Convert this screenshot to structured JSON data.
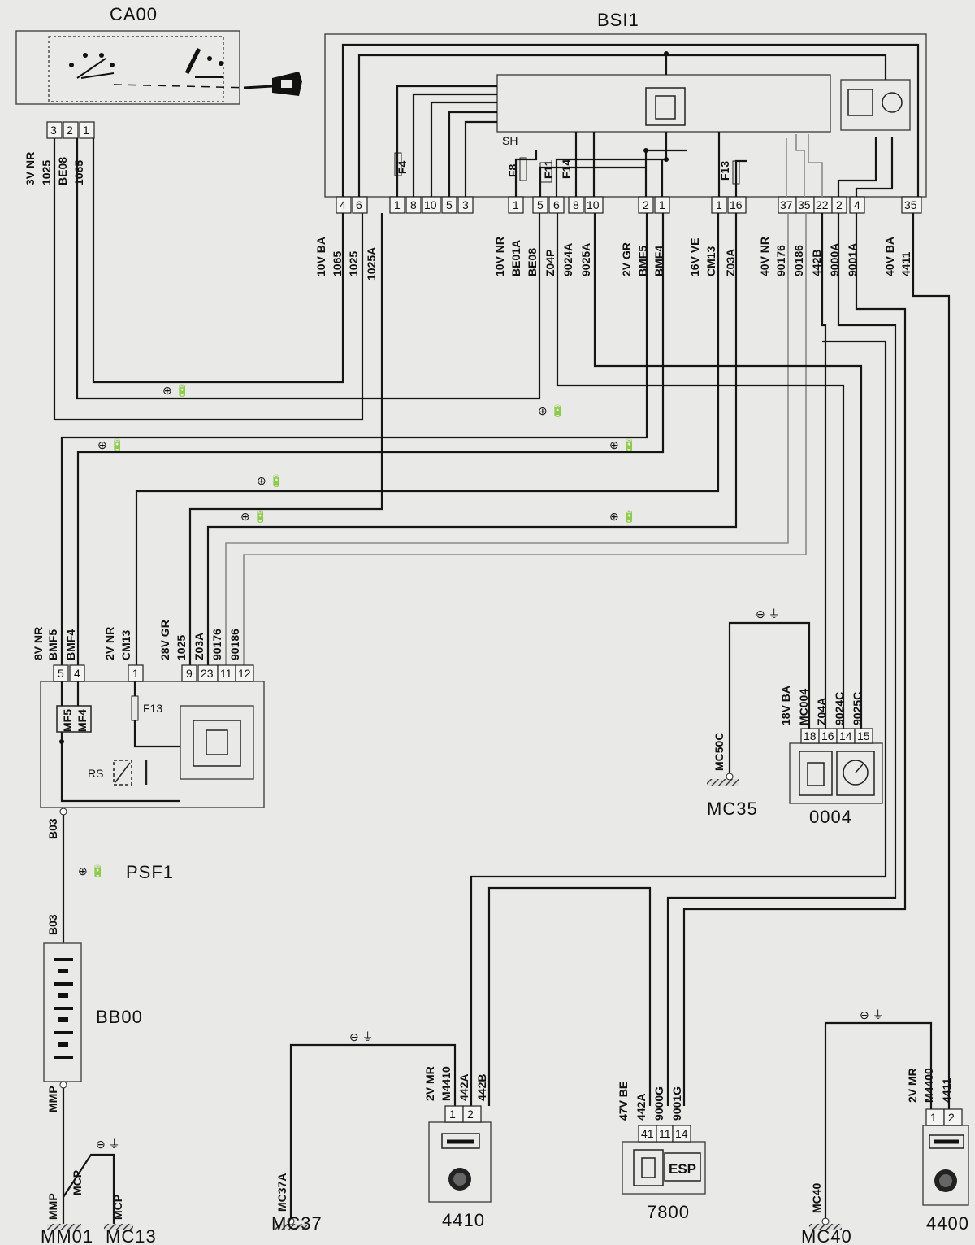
{
  "components": {
    "ca00": "CA00",
    "bsi1": "BSI1",
    "psf1": "PSF1",
    "bb00": "BB00",
    "c0004": "0004",
    "c4410": "4410",
    "c7800": "7800",
    "c4400": "4400",
    "esp": "ESP"
  },
  "grounds": {
    "mm01": "MM01",
    "mc13": "MC13",
    "mc37": "MC37",
    "mc35": "MC35",
    "mc40": "MC40",
    "mmp": "MMP",
    "mcp": "MCP",
    "mc37a": "MC37A",
    "mc50c": "MC50C",
    "mc40w": "MC40"
  },
  "connectors": {
    "ca00": {
      "spec": "3V NR",
      "pins": [
        "3",
        "2",
        "1"
      ],
      "wires": [
        "1025",
        "BE08",
        "1065"
      ]
    },
    "bsi_a": {
      "spec": "10V BA",
      "pins": [
        "4",
        "6"
      ],
      "wires": [
        "1065",
        "1025",
        "1025A"
      ]
    },
    "bsi_inner_pins": [
      "1",
      "8",
      "10",
      "5",
      "3"
    ],
    "bsi_b": {
      "spec": "10V NR",
      "pins": [
        "1",
        "5",
        "6",
        "8",
        "10"
      ],
      "wires": [
        "BE01A",
        "BE08",
        "Z04P",
        "9024A",
        "9025A"
      ]
    },
    "bsi_c": {
      "spec": "2V GR",
      "pins": [
        "2",
        "1"
      ],
      "wires": [
        "BMF5",
        "BMF4"
      ]
    },
    "bsi_d": {
      "spec": "16V VE",
      "pins": [
        "1",
        "16"
      ],
      "wires": [
        "CM13",
        "Z03A"
      ]
    },
    "bsi_e": {
      "spec": "40V NR",
      "pins": [
        "37",
        "35",
        "22",
        "2",
        "4"
      ],
      "wires": [
        "90176",
        "90186",
        "442B",
        "9000A",
        "9001A"
      ]
    },
    "bsi_f": {
      "spec": "40V BA",
      "pins": [
        "35"
      ],
      "wires": [
        "4411"
      ]
    },
    "psf_a": {
      "spec": "8V NR",
      "pins": [
        "5",
        "4"
      ],
      "wires": [
        "BMF5",
        "BMF4"
      ]
    },
    "psf_b": {
      "spec": "2V NR",
      "pins": [
        "1"
      ],
      "wires": [
        "CM13"
      ]
    },
    "psf_c": {
      "spec": "28V GR",
      "pins": [
        "9",
        "23",
        "11",
        "12"
      ],
      "wires": [
        "1025",
        "Z03A",
        "90176",
        "90186"
      ]
    },
    "c0004": {
      "spec": "18V BA",
      "pins": [
        "18",
        "16",
        "14",
        "15"
      ],
      "wires": [
        "MC004",
        "Z04A",
        "9024C",
        "9025C"
      ]
    },
    "c4410": {
      "spec": "2V MR",
      "pins": [
        "1",
        "2"
      ],
      "wires": [
        "M4410",
        "442A",
        "442B"
      ]
    },
    "c7800": {
      "spec": "47V BE",
      "pins": [
        "41",
        "11",
        "14"
      ],
      "wires": [
        "442A",
        "9000G",
        "9001G"
      ]
    },
    "c4400": {
      "spec": "2V MR",
      "pins": [
        "1",
        "2"
      ],
      "wires": [
        "M4400",
        "4411"
      ]
    }
  },
  "fuses": {
    "f4": "F4",
    "f8": "F8",
    "f11": "F11",
    "f14": "F14",
    "f13": "F13",
    "f13psf": "F13"
  },
  "misc": {
    "sh": "SH",
    "mf5": "MF5",
    "mf4": "MF4",
    "rs": "RS",
    "b03a": "B03",
    "b03b": "B03",
    "plus_batt": "⊕ 🔋",
    "minus_gnd": "⊖ ⏚"
  }
}
